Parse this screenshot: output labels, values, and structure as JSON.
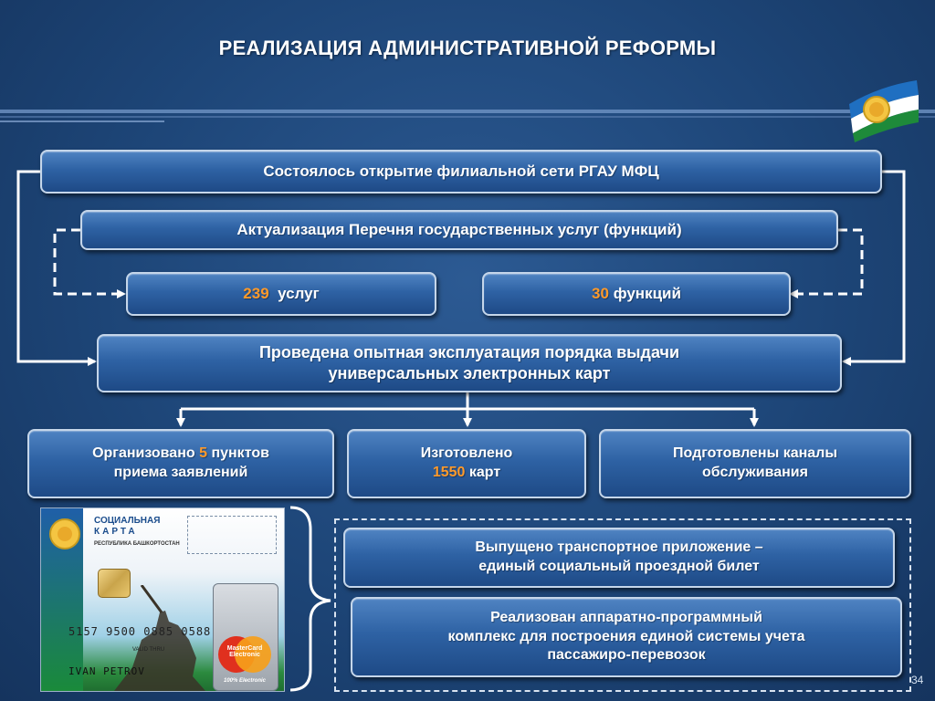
{
  "slide": {
    "title": "РЕАЛИЗАЦИЯ АДМИНИСТРАТИВНОЙ РЕФОРМЫ",
    "page_number": "34"
  },
  "colors": {
    "highlight": "#ff9a2a",
    "box_fill": "#2e62a4",
    "box_border": "#c5d6ea",
    "background": "#1d4577"
  },
  "boxes": {
    "branch_network": "Состоялось открытие филиальной сети РГАУ МФЦ",
    "services_list": "Актуализация Перечня государственных услуг (функций)",
    "services_count": {
      "number": "239",
      "label": "услуг"
    },
    "functions_count": {
      "number": "30",
      "label": "функций"
    },
    "card_pilot": {
      "line1": "Проведена опытная эксплуатация порядка выдачи",
      "line2": "универсальных электронных карт"
    },
    "points": {
      "prefix": "Организовано",
      "number": "5",
      "suffix": "пунктов",
      "line2": "приема заявлений"
    },
    "cards_made": {
      "line1": "Изготовлено",
      "number": "1550",
      "suffix": "карт"
    },
    "channels": {
      "line1": "Подготовлены каналы",
      "line2": "обслуживания"
    },
    "transport_app": {
      "line1": "Выпущено транспортное приложение –",
      "line2": "единый социальный проездной билет"
    },
    "hw_complex": {
      "line1": "Реализован аппаратно-программный",
      "line2": "комплекс для построения единой системы учета",
      "line3": "пассажиро-перевозок"
    }
  },
  "card_image": {
    "title_line1": "СОЦИАЛЬНАЯ",
    "title_line2": "КАРТА",
    "subtitle": "РЕСПУБЛИКА БАШКОРТОСТАН",
    "number": "5157 9500 0885 0588",
    "number_short": "5157",
    "valid": "VALID THRU",
    "holder": "IVAN PETROV",
    "brand_name": "MasterCard",
    "brand_product": "Electronic",
    "brand_sub": "100% Electronic"
  },
  "icons": {
    "emblem": "bashkortostan-emblem-icon",
    "chip": "card-chip-icon",
    "mastercard": "mastercard-logo-icon"
  }
}
